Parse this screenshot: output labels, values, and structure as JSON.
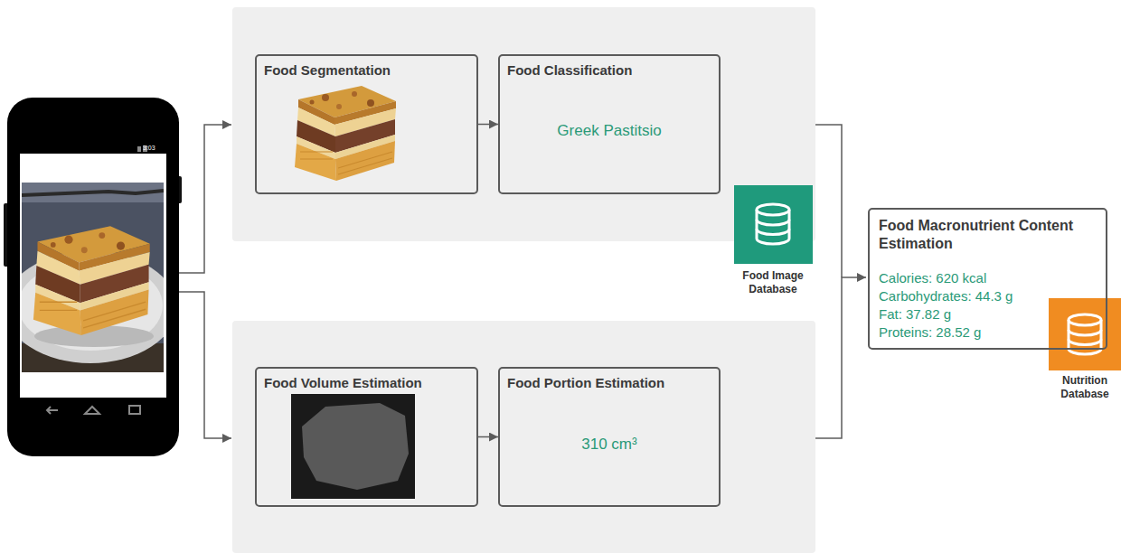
{
  "diagram": {
    "nodes": [
      {
        "text": [
          "Food Segmentation"
        ]
      },
      {
        "text": [
          "Food Classification",
          "Greek Pastitsio"
        ]
      },
      {
        "text": [
          "Food Volume Estimation"
        ]
      },
      {
        "text": [
          "Food Portion Estimation",
          "310 cm³"
        ]
      },
      {
        "text": [
          "Food Macronutrient Content Estimation",
          "Calories: 620 kcal",
          "Carbohydrates: 44.3 g",
          "Fat: 37.82 g",
          "Proteins: 28.52 g"
        ]
      }
    ],
    "edges": [
      {
        "from": 0,
        "to": 1,
        "arrow": "to"
      },
      {
        "from": 2,
        "to": 3,
        "arrow": "to"
      }
    ],
    "labels": [
      "3:03",
      "Food Image Database",
      "Nutrition Database"
    ]
  }
}
